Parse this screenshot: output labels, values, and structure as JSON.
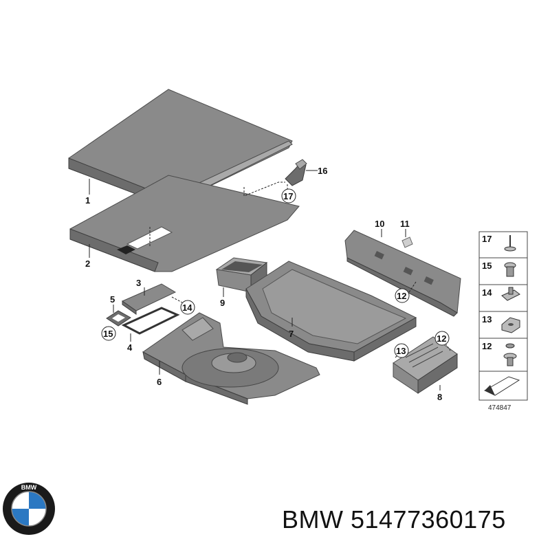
{
  "diagram": {
    "callouts": {
      "c1": "1",
      "c2": "2",
      "c3": "3",
      "c4": "4",
      "c5": "5",
      "c6": "6",
      "c7": "7",
      "c8": "8",
      "c9": "9",
      "c10": "10",
      "c11": "11",
      "c16": "16",
      "c17": "17",
      "c12a": "12",
      "c12b": "12",
      "c13": "13",
      "c14": "14",
      "c15": "15"
    },
    "legend": {
      "items": [
        {
          "label": "17"
        },
        {
          "label": "15"
        },
        {
          "label": "14"
        },
        {
          "label": "13"
        },
        {
          "label": "12"
        }
      ],
      "drawing_number": "474847"
    }
  },
  "brand": {
    "logo_letters": "BMW",
    "caption": "BMW 51477360175"
  }
}
